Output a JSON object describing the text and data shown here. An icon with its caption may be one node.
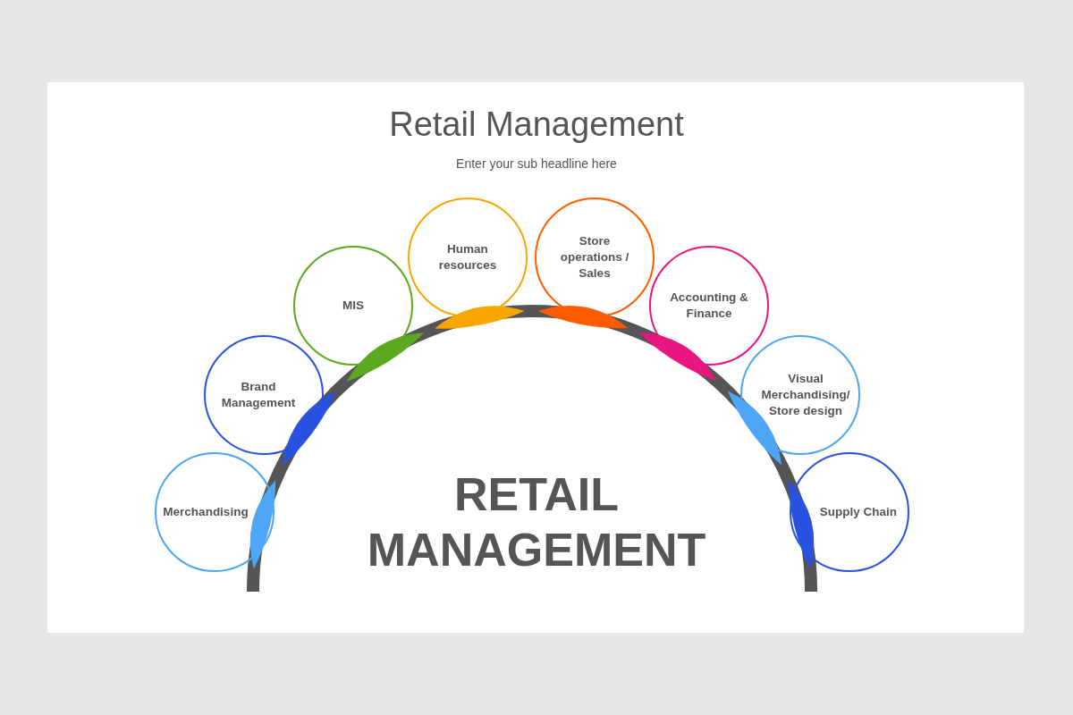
{
  "diagram": {
    "title": "Retail Management",
    "nodes": [
      {
        "text": [
          "Merchandising"
        ]
      },
      {
        "text": [
          "Brand Management"
        ]
      },
      {
        "text": [
          "MIS"
        ]
      },
      {
        "text": [
          "Human resources"
        ]
      },
      {
        "text": [
          "Store operations / Sales"
        ]
      },
      {
        "text": [
          "Accounting & Finance"
        ]
      },
      {
        "text": [
          "Visual Merchandising/ Store design"
        ]
      },
      {
        "text": [
          "Supply Chain"
        ]
      }
    ],
    "edges": [],
    "labels": [
      "Enter your sub headline here",
      "RETAIL MANAGEMENT"
    ]
  }
}
